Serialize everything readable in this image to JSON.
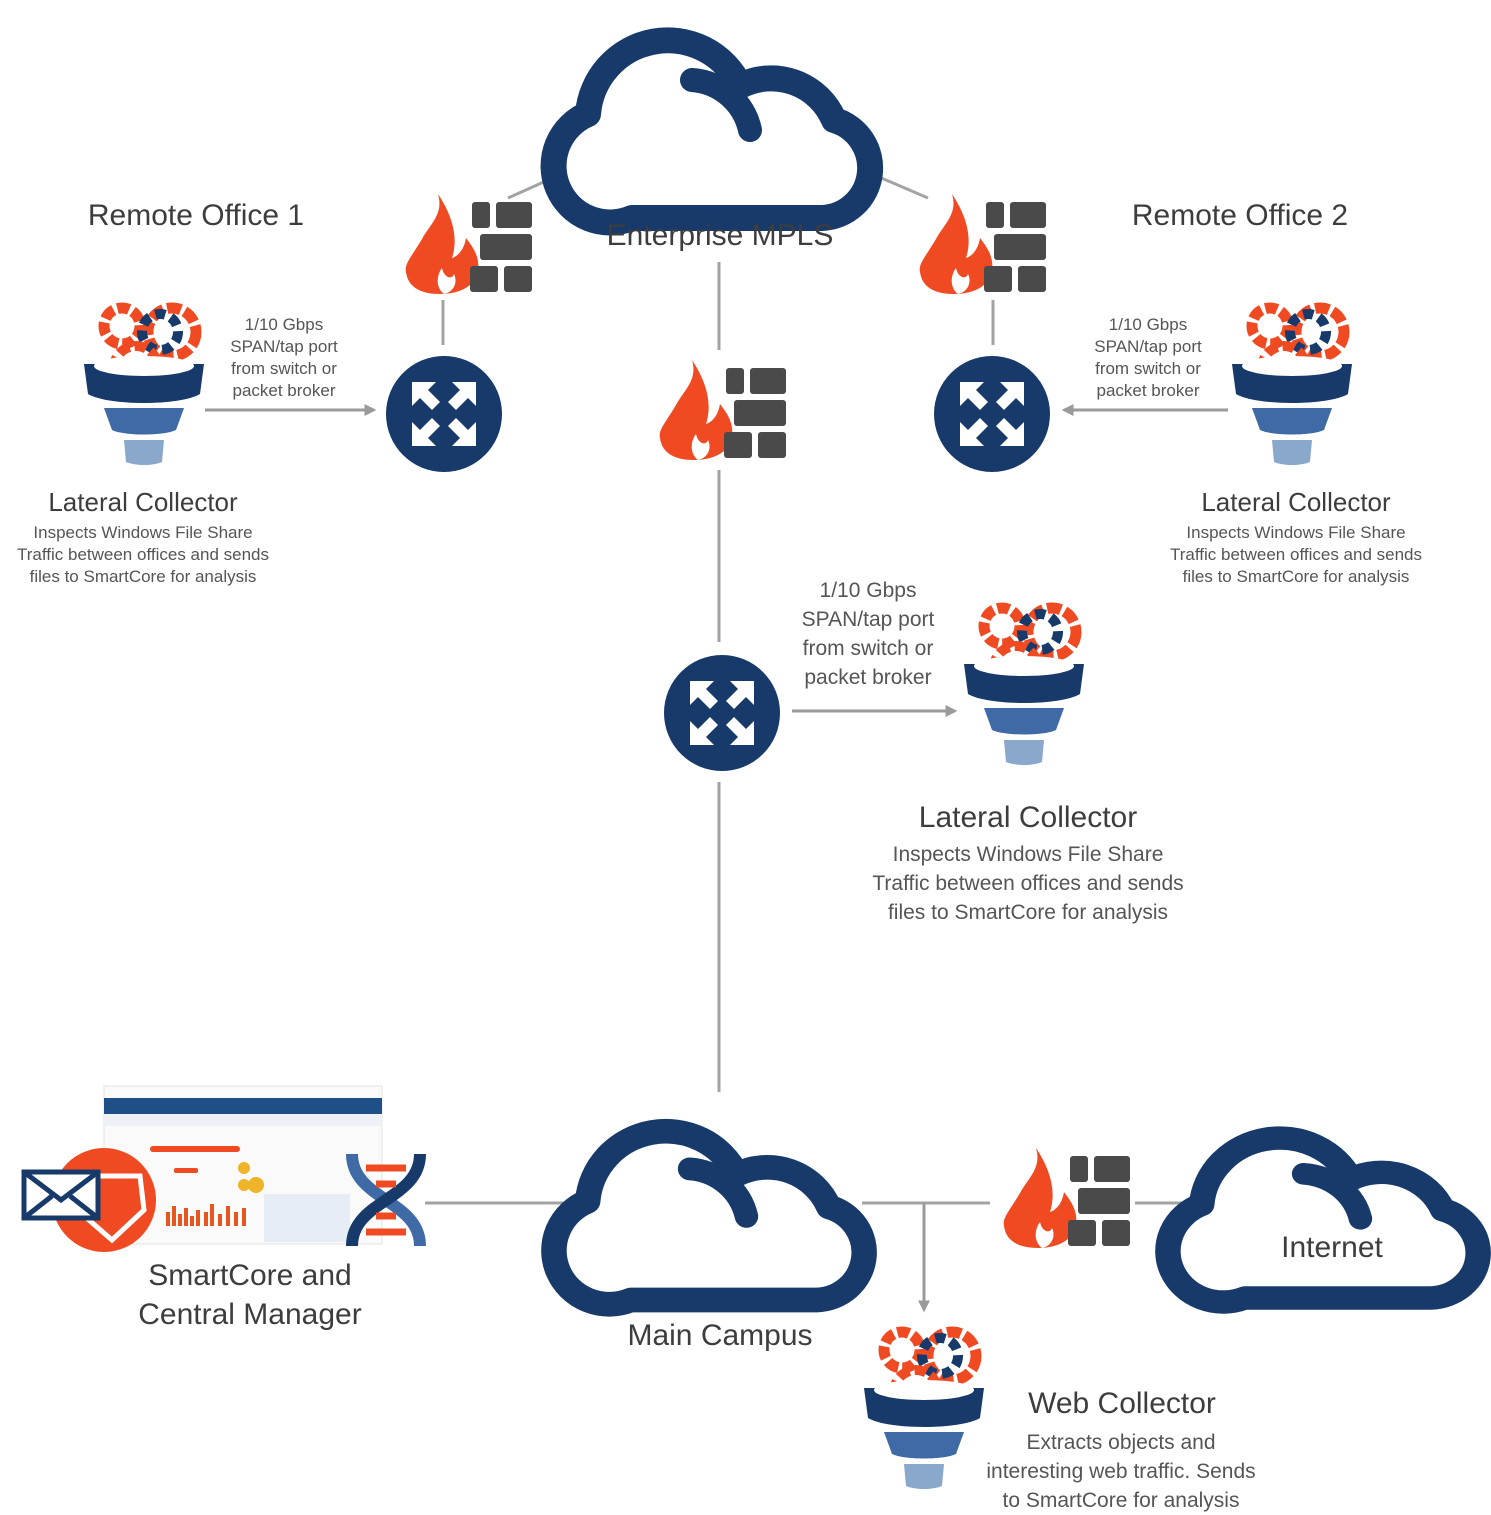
{
  "colors": {
    "navy": "#173a6b",
    "flame": "#f04a23",
    "brick": "#4a4a4a",
    "link": "#9a9a9a",
    "mid_blue": "#3f6aa6",
    "light_blue": "#8aa8cc"
  },
  "icons": [
    "cloud-icon",
    "firewall-icon",
    "router-icon",
    "collector-funnel-icon",
    "dashboard-screenshot",
    "email-shield-icon",
    "dna-icon"
  ],
  "labels": {
    "enterprise_mpls": "Enterprise MPLS",
    "remote_office_1": "Remote Office 1",
    "remote_office_2": "Remote Office 2",
    "main_campus": "Main Campus",
    "internet": "Internet",
    "smartcore": "SmartCore and\nCentral Manager"
  },
  "collectors": {
    "left": {
      "title": "Lateral Collector",
      "description": "Inspects Windows File Share\nTraffic between offices and sends\nfiles to SmartCore for analysis"
    },
    "right": {
      "title": "Lateral Collector",
      "description": "Inspects Windows File Share\nTraffic between offices and sends\nfiles to SmartCore for analysis"
    },
    "center": {
      "title": "Lateral Collector",
      "description": "Inspects Windows File Share\nTraffic between offices and sends\nfiles to SmartCore for analysis"
    },
    "web": {
      "title": "Web Collector",
      "description": "Extracts objects and\ninteresting web traffic. Sends\nto SmartCore for analysis"
    }
  },
  "port_notes": {
    "left": "1/10 Gbps\nSPAN/tap port\nfrom switch or\npacket broker",
    "right": "1/10 Gbps\nSPAN/tap port\nfrom switch or\npacket broker",
    "center": "1/10 Gbps\nSPAN/tap port\nfrom switch or\npacket broker"
  }
}
